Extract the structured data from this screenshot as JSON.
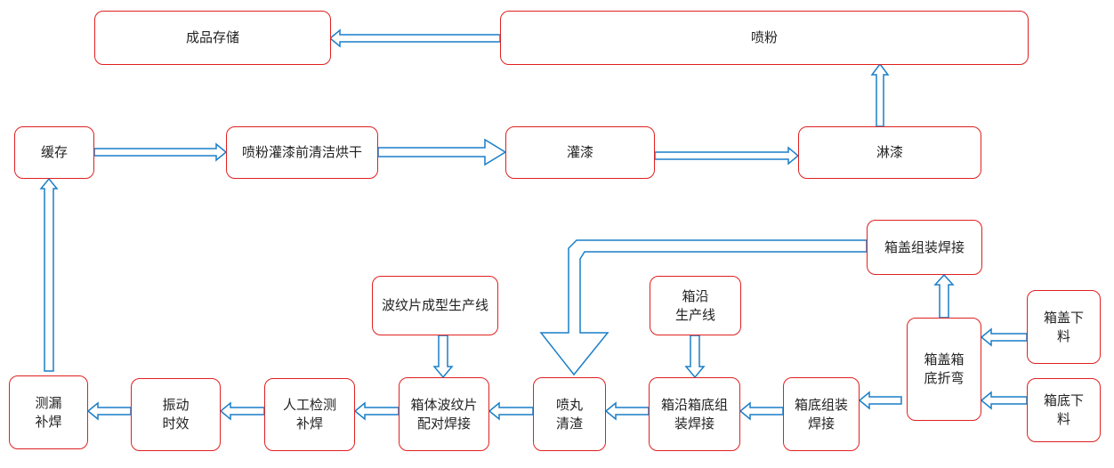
{
  "colors": {
    "box_border": "#e02020",
    "arrow_stroke": "#1a7fc8",
    "text": "#222222"
  },
  "nodes": {
    "finished_storage": "成品存储",
    "powder_spray": "喷粉",
    "buffer": "缓存",
    "pre_spray_clean_dry": "喷粉灌漆前清洁烘干",
    "paint_pouring": "灌漆",
    "paint_shower": "淋漆",
    "lid_assembly_weld": "箱盖组装焊接",
    "corrugated_line": "波纹片成型生产线",
    "edge_line": "箱沿\n生产线",
    "lid_blanking": "箱盖下料",
    "lid_bottom_bending": "箱盖箱底折弯",
    "bottom_blanking": "箱底下料",
    "leak_test_repair": "测漏\n补焊",
    "vibration_aging": "振动\n时效",
    "manual_inspect_repair": "人工检测\n补焊",
    "body_corrugated_weld": "箱体波纹片配对焊接",
    "shot_blast_clean": "喷丸\n清渣",
    "edge_bottom_weld": "箱沿箱底组装焊接",
    "bottom_assembly_weld": "箱底组装焊接"
  }
}
